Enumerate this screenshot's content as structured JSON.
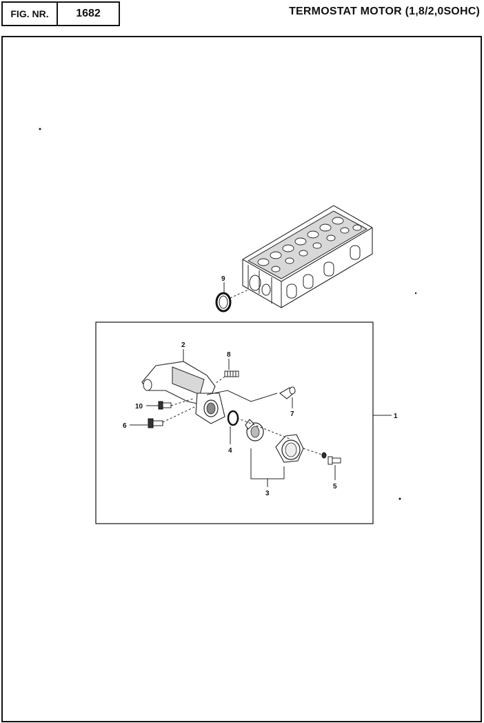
{
  "header": {
    "fig_label": "FIG. NR.",
    "fig_number": "1682",
    "title": "TERMOSTAT MOTOR (1,8/2,0SOHC)"
  },
  "callouts": [
    "1",
    "2",
    "3",
    "4",
    "5",
    "6",
    "7",
    "8",
    "9",
    "10"
  ]
}
